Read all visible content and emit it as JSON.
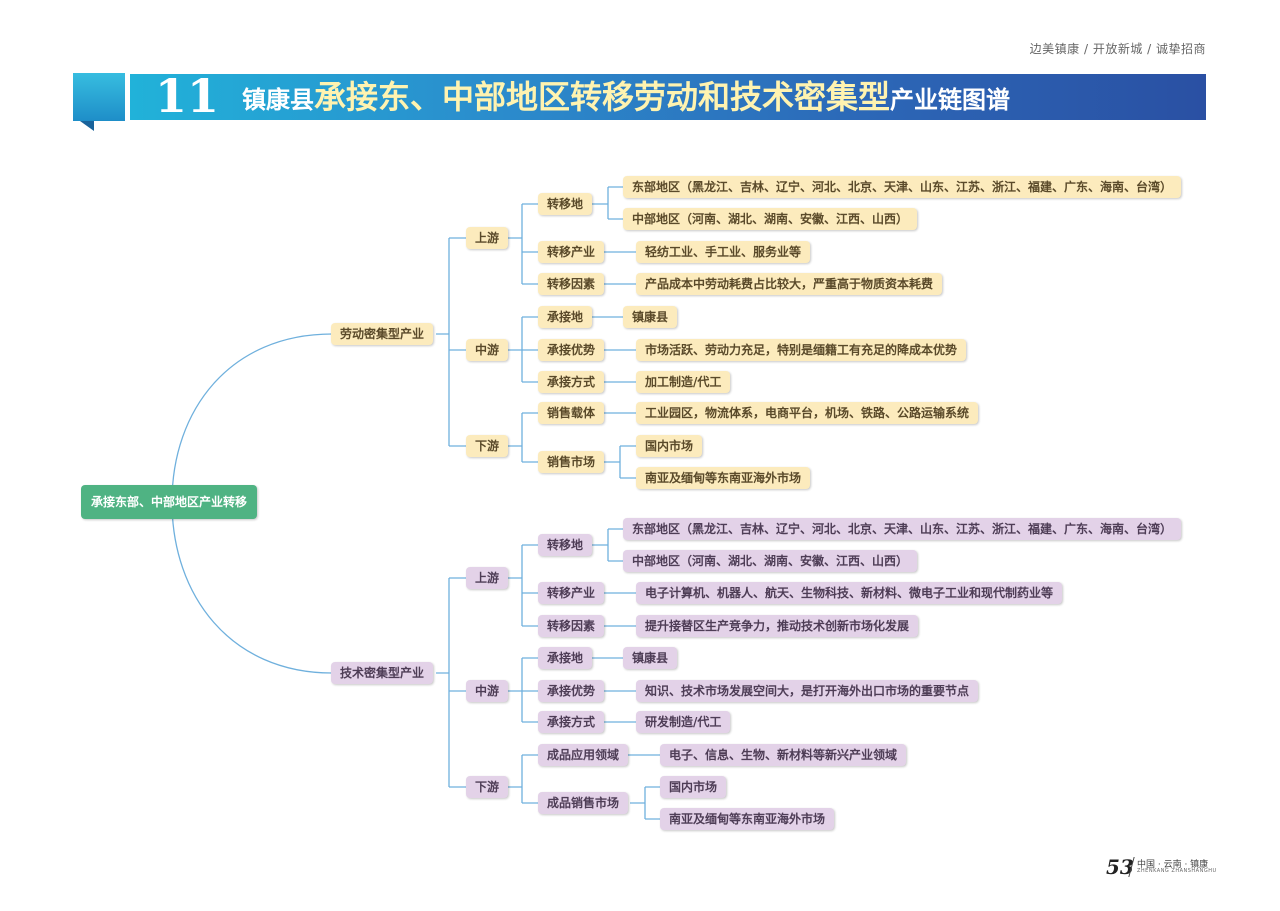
{
  "header": {
    "slogan": "边美镇康 / 开放新城 / 诚挚招商",
    "number": "11",
    "title_prefix": "镇康县",
    "title_main": "承接东、中部地区转移劳动和技术密集型",
    "title_suffix": "产业链图谱"
  },
  "mindmap": {
    "root": "承接东部、中部地区产业转移",
    "labor": {
      "label": "劳动密集型产业",
      "upstream": {
        "label": "上游",
        "transfer_place": {
          "label": "转移地",
          "east": "东部地区（黑龙江、吉林、辽宁、河北、北京、天津、山东、江苏、浙江、福建、广东、海南、台湾）",
          "central": "中部地区（河南、湖北、湖南、安徽、江西、山西）"
        },
        "transfer_industry": {
          "label": "转移产业",
          "value": "轻纺工业、手工业、服务业等"
        },
        "transfer_factor": {
          "label": "转移因素",
          "value": "产品成本中劳动耗费占比较大，严重高于物质资本耗费"
        }
      },
      "midstream": {
        "label": "中游",
        "place": {
          "label": "承接地",
          "value": "镇康县"
        },
        "advantage": {
          "label": "承接优势",
          "value": "市场活跃、劳动力充足，特别是缅籍工有充足的降成本优势"
        },
        "mode": {
          "label": "承接方式",
          "value": "加工制造/代工"
        }
      },
      "downstream": {
        "label": "下游",
        "carrier": {
          "label": "销售载体",
          "value": "工业园区，物流体系，电商平台，机场、铁路、公路运输系统"
        },
        "market": {
          "label": "销售市场",
          "domestic": "国内市场",
          "overseas": "南亚及缅甸等东南亚海外市场"
        }
      }
    },
    "tech": {
      "label": "技术密集型产业",
      "upstream": {
        "label": "上游",
        "transfer_place": {
          "label": "转移地",
          "east": "东部地区（黑龙江、吉林、辽宁、河北、北京、天津、山东、江苏、浙江、福建、广东、海南、台湾）",
          "central": "中部地区（河南、湖北、湖南、安徽、江西、山西）"
        },
        "transfer_industry": {
          "label": "转移产业",
          "value": "电子计算机、机器人、航天、生物科技、新材料、微电子工业和现代制药业等"
        },
        "transfer_factor": {
          "label": "转移因素",
          "value": "提升接替区生产竞争力，推动技术创新市场化发展"
        }
      },
      "midstream": {
        "label": "中游",
        "place": {
          "label": "承接地",
          "value": "镇康县"
        },
        "advantage": {
          "label": "承接优势",
          "value": "知识、技术市场发展空间大，是打开海外出口市场的重要节点"
        },
        "mode": {
          "label": "承接方式",
          "value": "研发制造/代工"
        }
      },
      "downstream": {
        "label": "下游",
        "application": {
          "label": "成品应用领域",
          "value": "电子、信息、生物、新材料等新兴产业领域"
        },
        "market": {
          "label": "成品销售市场",
          "domestic": "国内市场",
          "overseas": "南亚及缅甸等东南亚海外市场"
        }
      }
    }
  },
  "footer": {
    "page": "53",
    "region": "中国 · 云南 · 镇康",
    "region_en": "ZHENKANG ZHANSHANGHU"
  },
  "colors": {
    "labor_node": "#fcebbd",
    "tech_node": "#e3d2e8",
    "root_node": "#4fb383",
    "connector": "#6fb0dd",
    "banner_start": "#21b2d9",
    "banner_end": "#2a50a3"
  }
}
